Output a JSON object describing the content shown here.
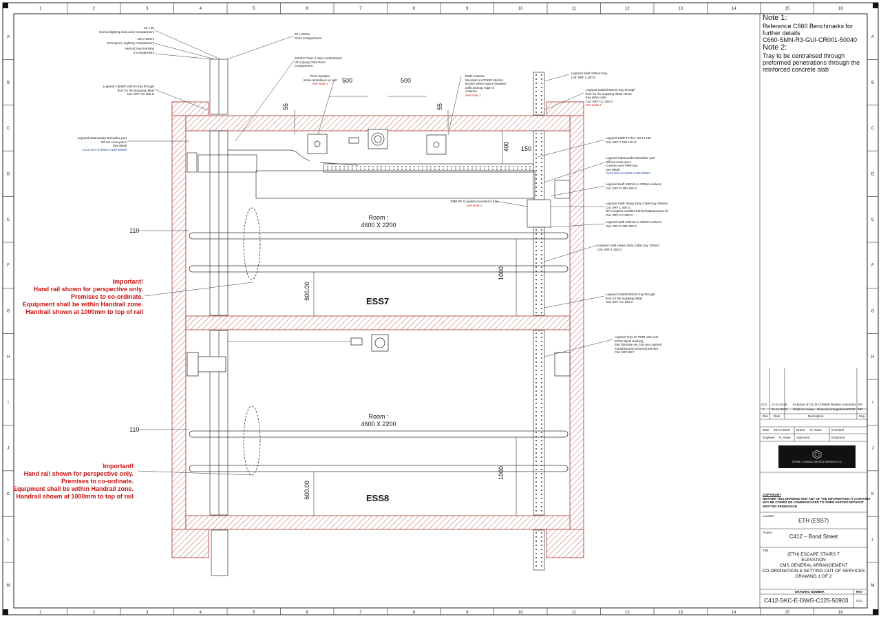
{
  "border": {
    "columns": [
      "1",
      "2",
      "3",
      "4",
      "5",
      "6",
      "7",
      "8",
      "9",
      "10",
      "11",
      "12",
      "13",
      "14",
      "15",
      "16"
    ],
    "rows": [
      "A",
      "B",
      "C",
      "D",
      "E",
      "F",
      "G",
      "H",
      "I",
      "J",
      "K",
      "L",
      "M"
    ]
  },
  "notes": {
    "note1_title": "Note 1:",
    "note1_lines": [
      "Reference C660 Benchmarks for",
      "further details",
      "C660-SMN-R3-GUI-CR001-50040"
    ],
    "note2_title": "Note 2:",
    "note2_lines": [
      "Tray to be centralised through",
      "preformed penetrations through the",
      "reinforced concrete slab"
    ]
  },
  "important_note": [
    "Important!",
    "Hand rail shown for perspective only.",
    "Premises to co-ordinate.",
    "Equipment shall be within Handrail zone.",
    "Handrail shown at 1000mm to top of rail"
  ],
  "rooms": {
    "upper": {
      "label": "Room :",
      "size": "4600 X 2200",
      "name": "ESS7"
    },
    "lower": {
      "label": "Room :",
      "size": "4600 X 2200",
      "name": "ESS8"
    }
  },
  "dimensions": {
    "d500a": "500",
    "d500b": "500",
    "d55a": "55",
    "d55b": "55",
    "d400": "400",
    "d150": "150",
    "d110a": "110",
    "d110b": "110",
    "d600a": "600.00",
    "d600b": "600.00",
    "d1000a": "1000",
    "d1000b": "1000"
  },
  "annotations": {
    "top_left": [
      "50 x 50",
      "Normal lighting and power compartment",
      "100 x 50mm",
      "Emergency Lighting Compartment",
      "Vertical zone trunking",
      "3 compartment",
      "Legrand Cablofil 100mm tray through",
      "floor for fire stopping detail",
      "Cat: SRF CC 300 G"
    ],
    "pava_comp": [
      "50 x 50mm",
      "PAVA Compartment"
    ],
    "conduit": [
      "25mm2 Class 4 steel conduit/steel",
      "off of Quay CMS PAVA",
      "compartment"
    ],
    "pava_speaker": [
      "PAVA Speaker",
      "Initial centralised on wall"
    ],
    "see_note_1": "See Note 1",
    "pmr_antenna": [
      "PMR Antenna",
      "Mounted on PF600 Unistrut",
      "Ensure 25mm space between",
      "soffit and top edge of",
      "Antenna"
    ],
    "tray_top": [
      "Legrand Swift 100mm tray",
      "Cat: SRF L 100 G"
    ],
    "cablofil_75": [
      "Legrand Cablofil 50mm tray through",
      "floor for fire stopping detail 75mm",
      "tray either side",
      "Cat: SRF CC 150 G"
    ],
    "see_note_2": "See Note 2",
    "left_belt": [
      "Legrand Salamandre Belowline part",
      "Off set cross piece",
      "See detail"
    ],
    "left_belt_ref": "C412-SKC-E-DWG-C125-50006",
    "swift_tee": [
      "Legrand SWIFTS Tee 150 to 100",
      "Cat: SRF T 150 100 G"
    ],
    "right_belt": [
      "Legrand Salamandre Belowline part",
      "Off set cross piece",
      "Crosses over PMR tray",
      "See detail"
    ],
    "right_belt_ref": "C412-SKC-E-DWG-C125-50007",
    "reducer1": [
      "Legrand Swift 100mm to 300mm reducer",
      "Cat: SRF R 300 100 G"
    ],
    "pmr_couplers": "PMR RF Couplers mounted to tray",
    "heavy_duty": [
      "Legrand Swift Heavy Duty Cable tray 300mm",
      "Cat: SRF L 300 G",
      "RF Couplers installed behind Maintenance lid",
      "Cat: SRF CV 300 G"
    ],
    "reducer2": [
      "Legrand Swift 100mm to 300mm reducer",
      "Cat: SRF R 300 100 G"
    ],
    "heavy_duty_100": [
      "Legrand Swift Heavy Duty Cable tray 100mm",
      "Cat: SRF L 300 G"
    ],
    "cablofil_150": [
      "Legrand Cablofil 50mm tray through",
      "floor for fire stopping detail",
      "Cat: SRF CC 150 G"
    ],
    "pmr_tray": [
      "Legrand Tray for PMR sets over",
      "ESS8 Spiral trunking",
      "Site fabricate set, but use Legrand",
      "manufactured universal bracket",
      "Cat: SRFUB F"
    ]
  },
  "title_block": {
    "revisions": [
      {
        "rev": "C01",
        "date": "11-11-2019",
        "desc": "Inclusion of CE-3I COMMS Review comments",
        "eng": "NR"
      },
      {
        "rev": "1",
        "date": "01-11-2019",
        "desc": "Draft for review - General Arrangement ESS7",
        "eng": "NR"
      }
    ],
    "rev_header": {
      "rev": "Rev",
      "date": "Date",
      "desc": "Description",
      "eng": "Eng"
    },
    "date_label": "Date",
    "date_value": "29-10-2019",
    "drawn_label": "Drawn",
    "drawn_value": "N. Rowe",
    "checked_label": "Checked",
    "engineer_label": "Engineer",
    "engineer_value": "N. Rowe",
    "approved_label": "Approved",
    "endorsed_label": "Endorsed",
    "company": "ROWE CONSULTANTS & DESIGN LTD",
    "copyright_title": "COPYRIGHT",
    "copyright_text": [
      "NEITHER THIS DRAWING NOR ANY OF THE INFORMATION IT CONTAINS",
      "MAY BE COPIED OR COMMUNICATED TO THIRD PARTIES WITHOUT",
      "WRITTEN PERMISSION"
    ],
    "location_label": "Location",
    "location": "ETH (ESS7)",
    "project_label": "Project",
    "project": "C412 – Bond Street",
    "title_label": "Title",
    "title_lines": [
      "(ETH) ESCAPE STAIRS 7",
      "ELEVATION",
      "CMS GENERAL ARRANGEMENT",
      "CO-ORDINATION & SETTING OUT OF SERVICES",
      "DRAWING 1 OF 2"
    ],
    "drawing_number_label": "DRAWING NUMBER",
    "rev_label": "REV",
    "drawing_number": "C412-SKC-E-DWG-C125-50903",
    "rev_value": "C01"
  }
}
